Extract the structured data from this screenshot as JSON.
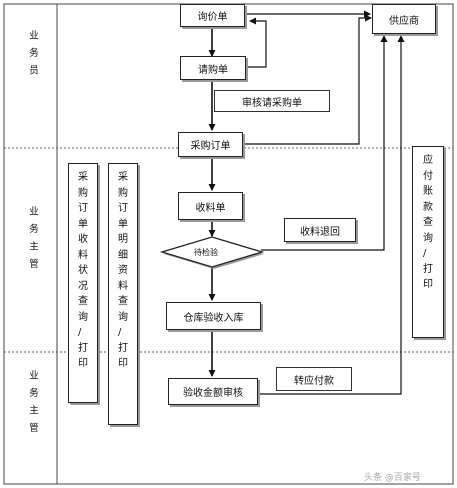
{
  "lanes": {
    "top": "业务员",
    "middle": "业务主管",
    "bottom": "业务主管"
  },
  "nodes": {
    "inquiry": "询价单",
    "requisition": "请购单",
    "review_requisition": "审核请采购单",
    "purchase_order": "采购订单",
    "receipt": "收料单",
    "inspect": "待检验",
    "return": "收料退回",
    "warehouse": "仓库验收入库",
    "audit_amount": "验收金额审核",
    "to_payable": "转应付款",
    "supplier": "供应商"
  },
  "side_boxes": {
    "receipt_status": "采购订单收料状况查询/打印",
    "purchase_detail": "采购订单明细资料查询/打印",
    "payable_query": "应付账款查询/打印"
  },
  "watermark": "头条 @百家号"
}
